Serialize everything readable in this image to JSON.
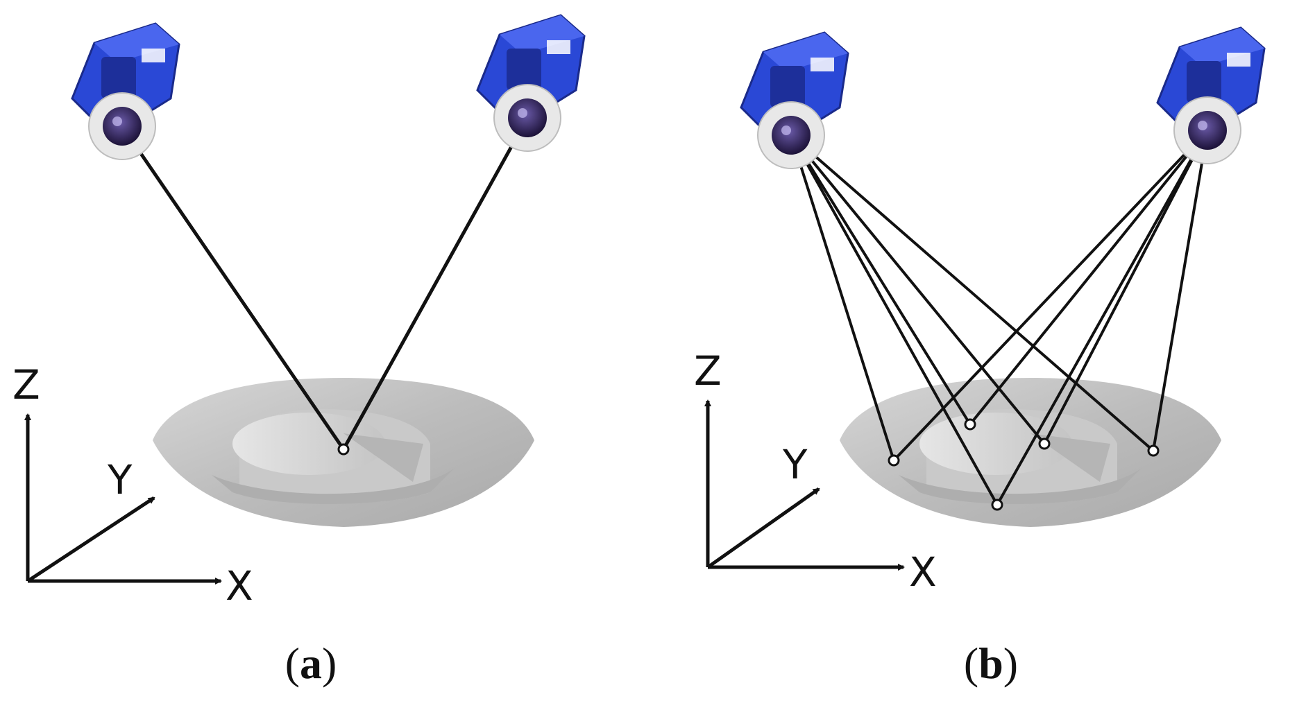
{
  "panels": [
    {
      "caption": {
        "open": "(",
        "letter": "a",
        "close": ")"
      },
      "axes": {
        "x": "X",
        "y": "Y",
        "z": "Z"
      },
      "target_points": 1
    },
    {
      "caption": {
        "open": "(",
        "letter": "b",
        "close": ")"
      },
      "axes": {
        "x": "X",
        "y": "Y",
        "z": "Z"
      },
      "target_points": 5
    }
  ],
  "colors": {
    "camera_body": "#2a48d6",
    "camera_dark": "#1a2a8a",
    "lens_ring": "#e8e8e8",
    "lens": "#2a1a4a",
    "surface": "#bdbdbd",
    "line": "#111111"
  },
  "icons": [
    "camera-icon",
    "surface-model",
    "coordinate-axes"
  ]
}
